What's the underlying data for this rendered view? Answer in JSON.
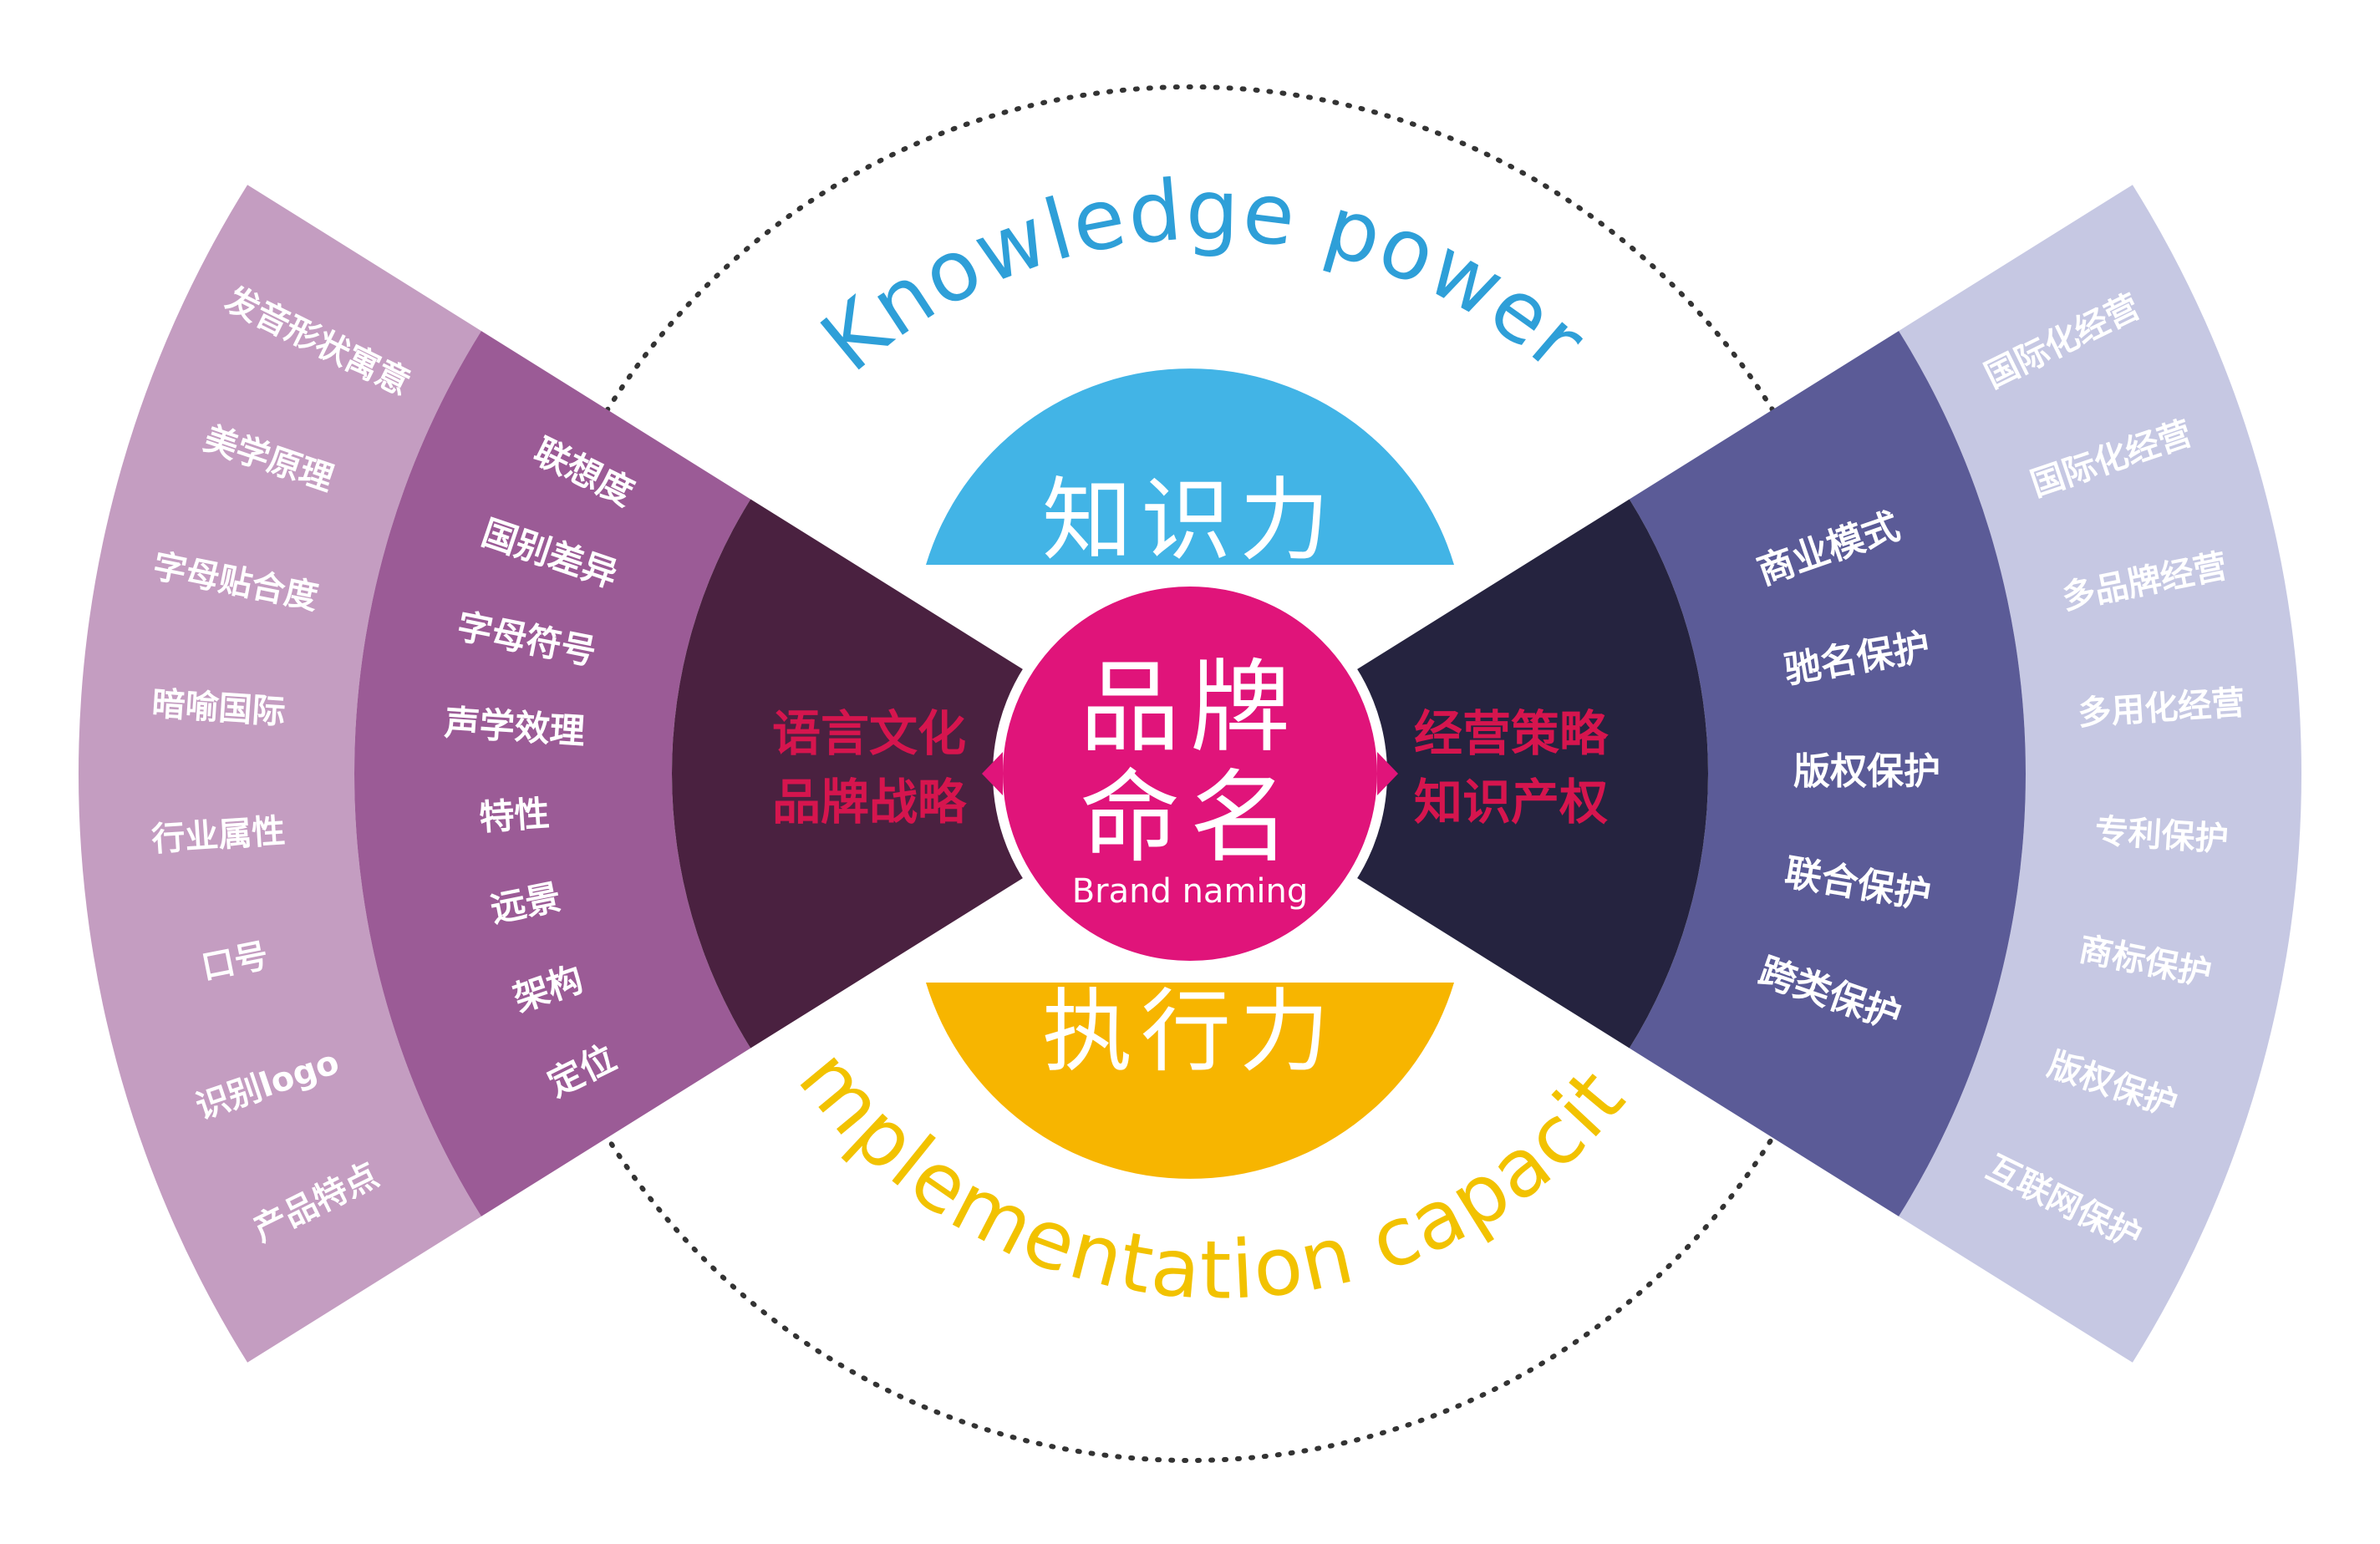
{
  "center": {
    "title_line1": "品牌",
    "title_line2": "命名",
    "subtitle": "Brand naming",
    "color": "#e0147a"
  },
  "top_petal": {
    "label": "知识力",
    "color": "#42b4e6"
  },
  "bottom_petal": {
    "label": "执行力",
    "color": "#f7b500"
  },
  "arc_text_top": {
    "text": "Knowledge power",
    "color": "#2e9fd8"
  },
  "arc_text_bottom": {
    "text": "implementation capacity",
    "color": "#f2c200"
  },
  "left": {
    "inner_labels": [
      "语言文化",
      "品牌战略"
    ],
    "middle_items": [
      "联想度",
      "国别差异",
      "字母符号",
      "声学效理",
      "特性",
      "远景",
      "架构",
      "定位"
    ],
    "outer_items": [
      "发音形状寓意",
      "美学原理",
      "字母贴合度",
      "暗喻国际",
      "行业属性",
      "口号",
      "识别logo",
      "产品特点"
    ],
    "colors": {
      "inner": "#4a2140",
      "middle": "#9b5b96",
      "outer": "#c49dc1",
      "text": "#d6154e"
    }
  },
  "right": {
    "inner_labels": [
      "经营策略",
      "知识产权"
    ],
    "middle_items": [
      "商业模式",
      "驰名保护",
      "版权保护",
      "联合保护",
      "跨类保护"
    ],
    "outer_items": [
      "国际化经营",
      "国际化经营",
      "多品牌经营",
      "多用化经营",
      "专利保护",
      "商标保护",
      "版权保护",
      "互联网保护"
    ],
    "colors": {
      "inner": "#25233f",
      "middle": "#5b5b97",
      "outer": "#c6c8e3",
      "text": "#d6154e"
    }
  }
}
